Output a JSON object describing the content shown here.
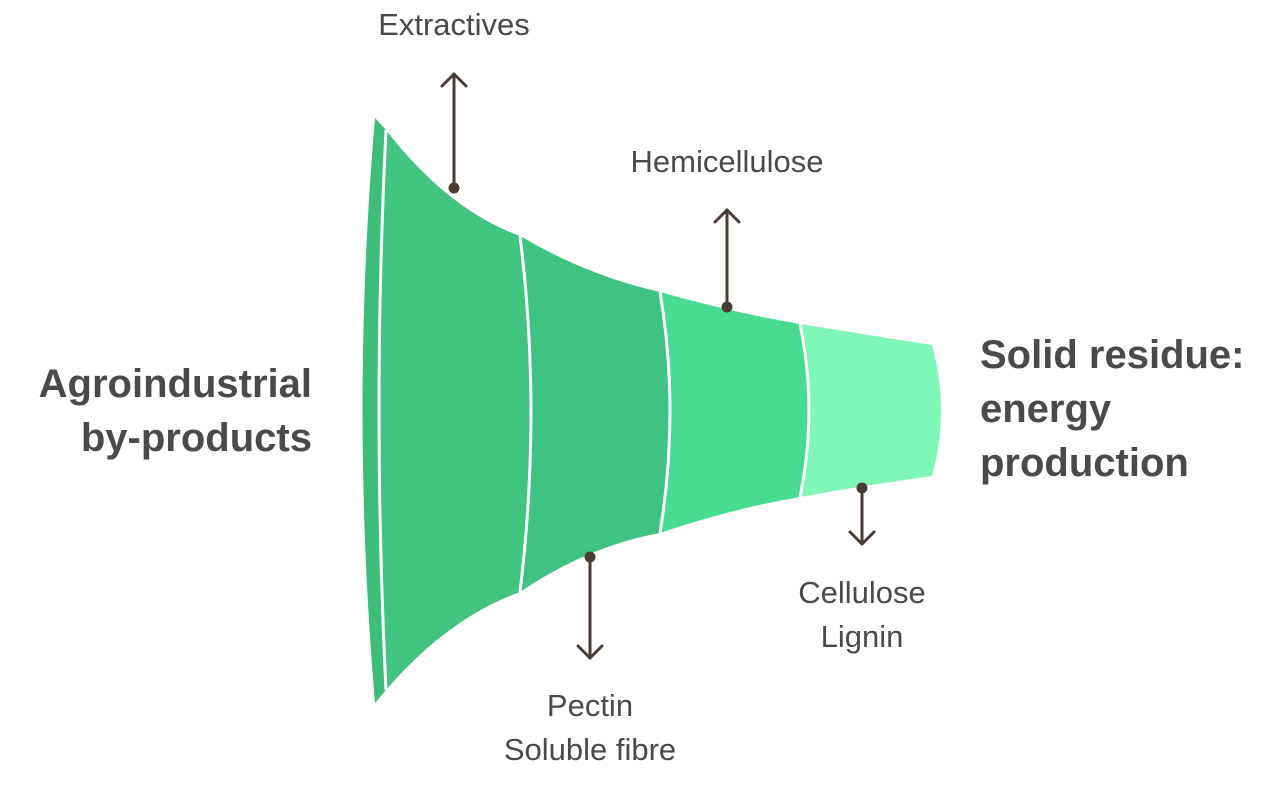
{
  "input_label": [
    "Agroindustrial",
    "by-products"
  ],
  "output_label": [
    "Solid residue:",
    "energy",
    "production"
  ],
  "outputs": [
    {
      "lines": [
        "Extractives"
      ],
      "direction": "up"
    },
    {
      "lines": [
        "Pectin",
        "Soluble fibre"
      ],
      "direction": "down"
    },
    {
      "lines": [
        "Hemicellulose"
      ],
      "direction": "up"
    },
    {
      "lines": [
        "Cellulose",
        "Lignin"
      ],
      "direction": "down"
    }
  ],
  "colors": {
    "stage_1": "#3dbd78",
    "stage_2": "#41c47f",
    "stage_3": "#3fc383",
    "stage_4": "#48dc93",
    "stage_5": "#7ef7b8",
    "separator": "#ffffff",
    "arrow": "#4a3d35",
    "text": "#4a4a4a"
  }
}
